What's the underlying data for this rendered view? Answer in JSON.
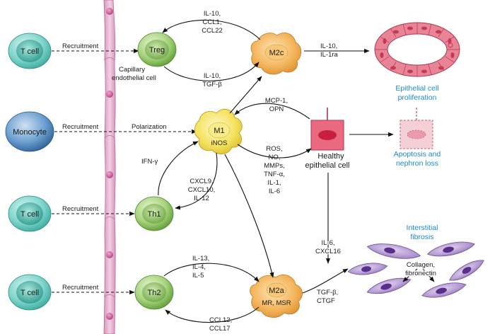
{
  "cells": {
    "t_cell_top": "T cell",
    "monocyte": "Monocyte",
    "t_cell_mid": "T cell",
    "t_cell_bottom": "T cell",
    "treg": "Treg",
    "m2c": "M2c",
    "m1": "M1",
    "m1_sub": "iNOS",
    "th1": "Th1",
    "th2": "Th2",
    "m2a": "M2a",
    "m2a_sub": "MR, MSR"
  },
  "labels": {
    "recruitment_1": "Recruitment",
    "recruitment_2": "Recruitment",
    "recruitment_3": "Recruitment",
    "recruitment_4": "Recruitment",
    "polarization": "Polarization",
    "capillary_1": "Capillary",
    "capillary_2": "endothelial cell",
    "healthy_1": "Healthy",
    "healthy_2": "epithelial cell"
  },
  "mediators": {
    "treg_to_m2c_top": [
      "IL-10,",
      "CCL1,",
      "CCL22"
    ],
    "treg_to_m2c_bottom": [
      "IL-10,",
      "TGF-β"
    ],
    "m2c_out": [
      "IL-10,",
      "IL-1ra"
    ],
    "mcp_opn": [
      "MCP-1,",
      "OPN"
    ],
    "m1_out": [
      "ROS,",
      "NO,",
      "MMPs,",
      "TNF-α,",
      "IL-1,",
      "IL-6"
    ],
    "ifn": "IFN-γ",
    "cxcl": [
      "CXCL9,",
      "CXCL10,",
      "IL-12"
    ],
    "il6_cxcl16": [
      "IL-6,",
      "CXCL16"
    ],
    "th2_top": [
      "IL-13,",
      "IL-4,",
      "IL-5"
    ],
    "th2_bottom": [
      "CCL12,",
      "CCL17"
    ],
    "tgf_ctgf": [
      "TGF-β,",
      "CTGF"
    ],
    "collagen": [
      "Collagen,",
      "fibronectin"
    ]
  },
  "outcomes": {
    "proliferation": [
      "Epithelial cell",
      "proliferation"
    ],
    "apoptosis": [
      "Apoptosis and",
      "nephron loss"
    ],
    "fibrosis": [
      "Interstitial",
      "fibrosis"
    ]
  },
  "colors": {
    "blue_text": "#1a8ad0",
    "capillary": "#e6b4d0",
    "tcell": "#7fd5cc",
    "monocyte": "#5b93c8",
    "th_green": "#9ccc70",
    "macrophage": "#f3b45a",
    "m1_yellow": "#f4e15c",
    "epithelial": "#e0566e",
    "fibroblast": "#a889c8"
  }
}
